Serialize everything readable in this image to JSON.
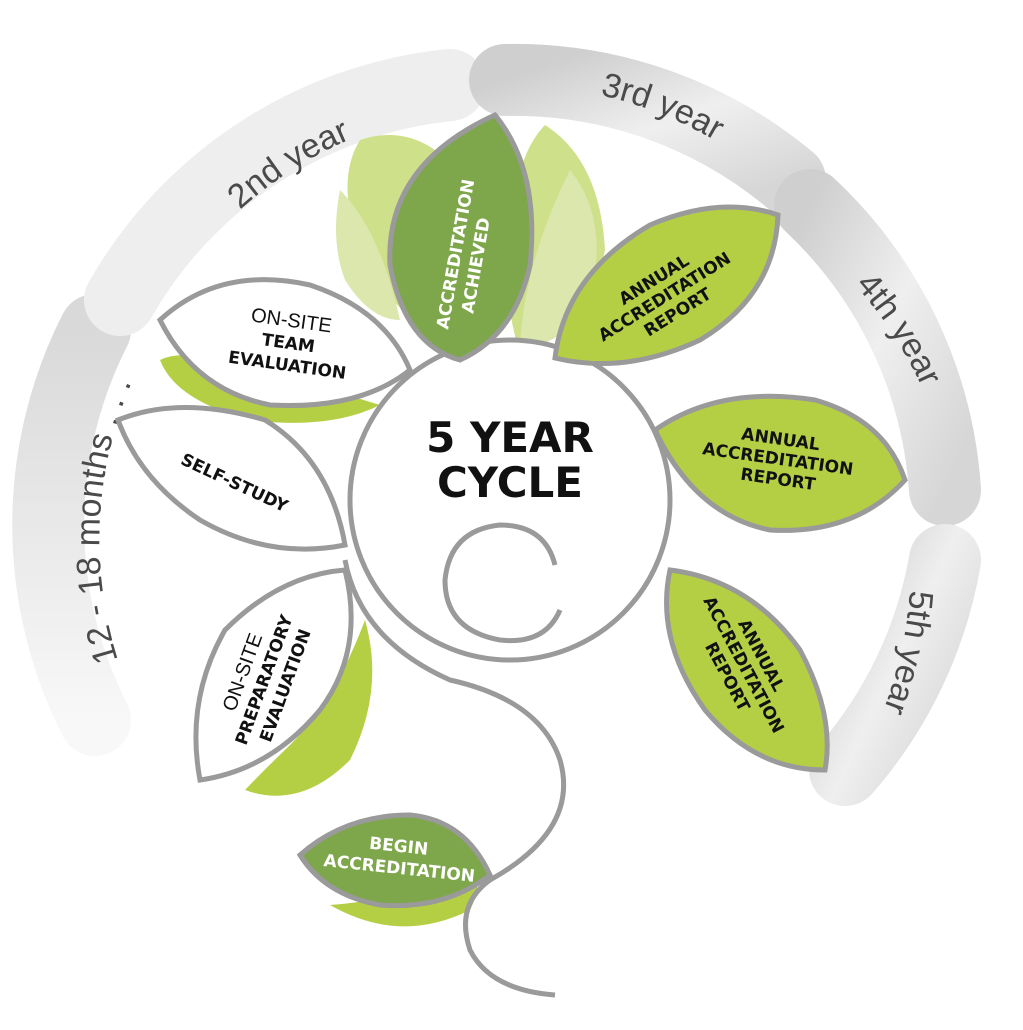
{
  "colors": {
    "green": "#b5cf45",
    "green_light": "#cfe08a",
    "green_pale": "#dbe7ad",
    "green_dark": "#7ea64b",
    "outline": "#9a9a9a",
    "ring": "#e6e6e6",
    "text_dark": "#111111",
    "text_white": "#ffffff"
  },
  "center": {
    "line1": "5 YEAR",
    "line2": "CYCLE"
  },
  "arc_labels": {
    "months": "12 - 18 months . . .",
    "year2": "2nd year",
    "year3": "3rd year",
    "year4": "4th year",
    "year5": "5th year"
  },
  "petals": {
    "accreditation_achieved": {
      "line1": "ACCREDITATION",
      "line2": "ACHIEVED"
    },
    "annual_report_1": {
      "line1": "ANNUAL",
      "line2": "ACCREDITATION",
      "line3": "REPORT"
    },
    "annual_report_2": {
      "line1": "ANNUAL",
      "line2": "ACCREDITATION",
      "line3": "REPORT"
    },
    "annual_report_3": {
      "line1": "ANNUAL",
      "line2": "ACCREDITATION",
      "line3": "REPORT"
    },
    "team_evaluation": {
      "line1": "ON-SITE",
      "line2": "TEAM",
      "line3": "EVALUATION"
    },
    "self_study": {
      "line1": "SELF-STUDY"
    },
    "preparatory_evaluation": {
      "line1": "ON-SITE",
      "line2": "PREPARATORY",
      "line3": "EVALUATION"
    },
    "begin_accreditation": {
      "line1": "BEGIN",
      "line2": "ACCREDITATION"
    }
  }
}
